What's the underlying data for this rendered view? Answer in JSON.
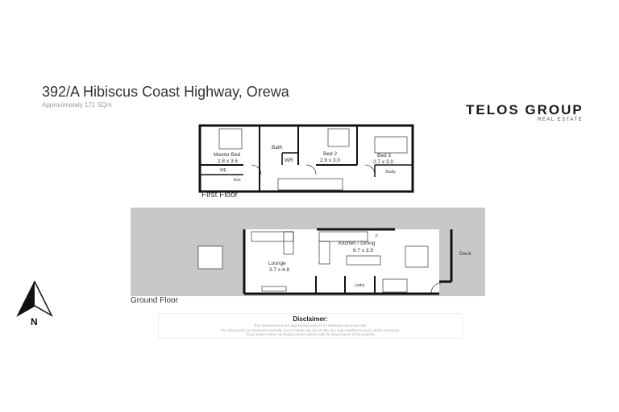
{
  "header": {
    "title": "392/A Hibiscus Coast Highway, Orewa",
    "subtitle": "Approximately 171 SQm"
  },
  "logo": {
    "name": "TELOS GROUP",
    "tagline": "REAL ESTATE"
  },
  "first_floor": {
    "label": "First Floor",
    "rooms": [
      {
        "name": "Master Bed",
        "size": "2.8 x 3.6"
      },
      {
        "name": "Bath"
      },
      {
        "name": "WR"
      },
      {
        "name": "Bed 2",
        "size": "2.9 x 3.0"
      },
      {
        "name": "Bed 3",
        "size": "2.7 x 3.0"
      },
      {
        "name": "WE"
      },
      {
        "name": "Ens"
      },
      {
        "name": "Study"
      }
    ]
  },
  "ground_floor": {
    "label": "Ground Floor",
    "rooms": [
      {
        "name": "Lounge",
        "size": "3.7 x 4.8"
      },
      {
        "name": "Kitchen / Dining",
        "size": "6.7 x 3.5"
      },
      {
        "name": "Deck"
      },
      {
        "name": "Lndry"
      },
      {
        "name": "F"
      }
    ]
  },
  "compass": {
    "label": "N"
  },
  "disclaimer": {
    "title": "Disclaimer:",
    "lines": [
      "The measurements are approximate and are for illustration purposes only.",
      "The dimensions are measured internally and in metres. We do not take any responsibility for errors and/or omissions.",
      "If you require further verification please discuss with the buyer/owner of the property."
    ]
  },
  "colors": {
    "deck": "#c8c8c8",
    "walls": "#111111"
  }
}
